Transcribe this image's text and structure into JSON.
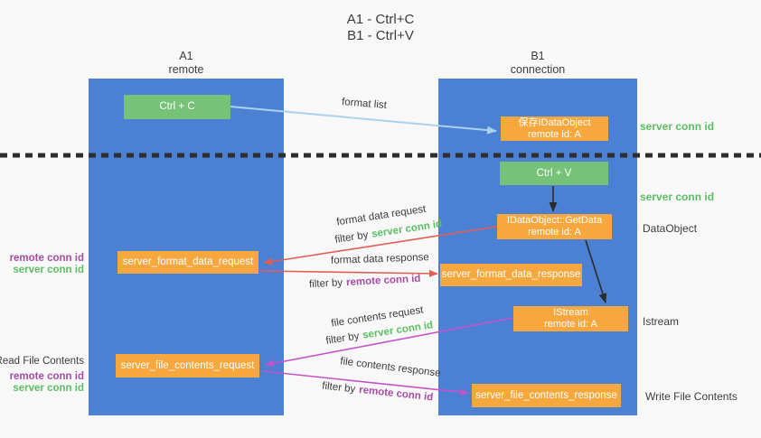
{
  "title": {
    "line1": "A1 - Ctrl+C",
    "line2": "B1 - Ctrl+V"
  },
  "lanes": {
    "a1": {
      "name": "A1",
      "subtitle": "remote"
    },
    "b1": {
      "name": "B1",
      "subtitle": "connection"
    }
  },
  "nodes": {
    "ctrl_c": "Ctrl + C",
    "ctrl_v": "Ctrl + V",
    "save_dataobject": {
      "line1": "保存IDataObject",
      "line2": "remote id: A"
    },
    "getdata": {
      "line1": "IDataObject::GetData",
      "line2": "remote id: A"
    },
    "istream": {
      "line1": "IStream",
      "line2": "remote id: A"
    },
    "format_request": "server_format_data_request",
    "format_response": "server_format_data_response",
    "file_request": "server_file_contents_request",
    "file_response": "server_file_contents_response"
  },
  "arrow_labels": {
    "format_list": "format list",
    "format_data_request": "format data request",
    "format_data_response": "format data response",
    "file_contents_request": "file contents request",
    "file_contents_response": "file contents response",
    "filter_by": "filter by",
    "server_conn_id": "server conn id",
    "remote_conn_id": "remote conn id"
  },
  "side_labels": {
    "server_conn_id_top": "server conn id",
    "server_conn_id_mid": "server conn id",
    "dataobject": "DataObject",
    "istream": "Istream",
    "read_file_contents": "Read File Contents",
    "write_file_contents": "Write File Contents",
    "remote_conn_id": "remote conn id",
    "server_conn_id": "server conn id"
  },
  "colors": {
    "bg": "#f8f8f8",
    "lane_blue": "#4b80d3",
    "orange": "#f6a73e",
    "green_box": "#76c378",
    "ink": "#3c3c3c",
    "green_text": "#5cbe62",
    "purple_text": "#a64ca6",
    "arrow_red": "#e35d55",
    "arrow_magenta": "#c653c9",
    "arrow_blue": "#a9d2ee",
    "arrow_black": "#2b2b2b",
    "divider": "#2e2e2e"
  }
}
